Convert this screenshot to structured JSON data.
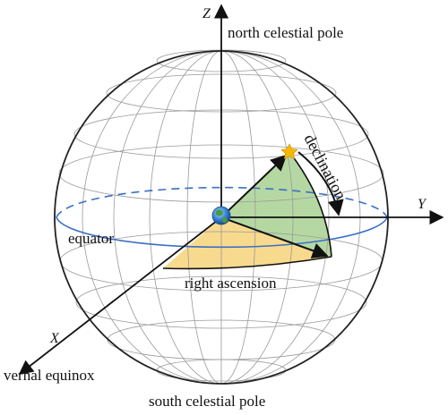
{
  "axes": {
    "z": "Z",
    "y": "Y",
    "x": "X"
  },
  "labels": {
    "north_pole": "north celestial pole",
    "south_pole": "south celestial pole",
    "equator": "equator",
    "vernal_equinox": "vernal equinox",
    "right_ascension": "right ascension",
    "declination": "declination"
  },
  "icons": {
    "earth": "earth-globe-icon",
    "star": "star-icon"
  },
  "colors": {
    "equator_line": "#3a6fc4",
    "right_ascension_fill": "#f8da8e",
    "declination_fill": "#b5d8a3",
    "star": "#f5b800",
    "grid": "#9a9a9a",
    "axis": "#111111"
  }
}
